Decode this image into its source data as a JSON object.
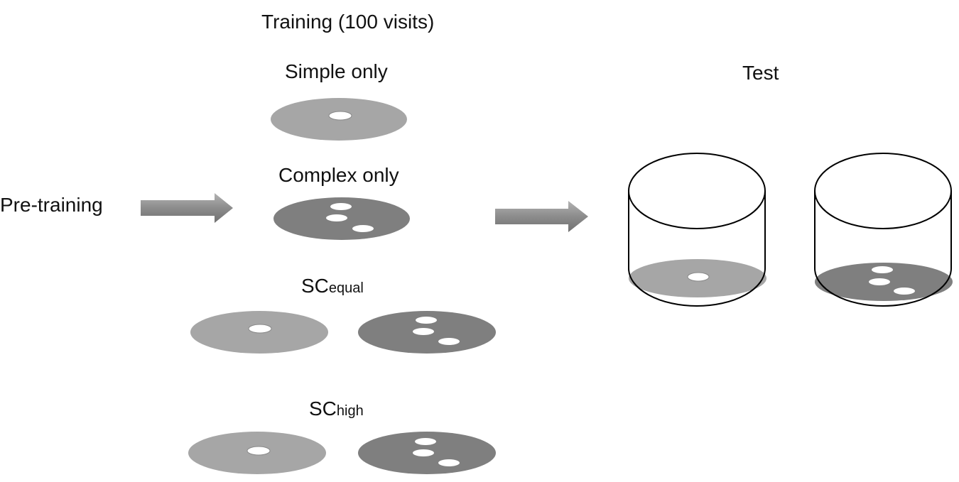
{
  "labels": {
    "training_header": "Training (100 visits)",
    "test_header": "Test",
    "pre_training": "Pre-training",
    "simple_only": "Simple only",
    "complex_only": "Complex only",
    "sc_equal_main": "SC",
    "sc_equal_sub": "equal",
    "sc_high_main": "SC",
    "sc_high_sub": "high"
  },
  "colors": {
    "simple_disc": "#a6a6a6",
    "complex_disc": "#7f7f7f",
    "arrow": "#8c8c8c",
    "flower_hole": "#ffffff",
    "outline": "#000000"
  }
}
